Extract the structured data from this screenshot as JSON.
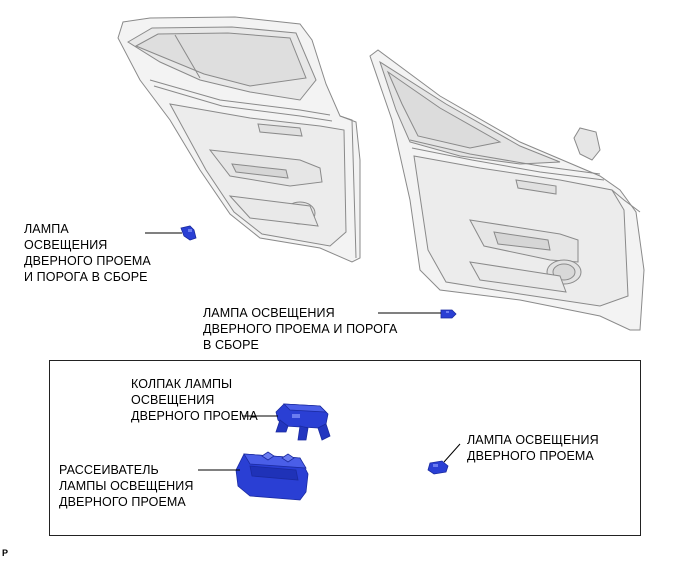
{
  "labels": {
    "rear_lamp": "ЛАМПА\nОСВЕЩЕНИЯ\nДВЕРНОГО ПРОЕМА\nИ ПОРОГА В СБОРЕ",
    "front_lamp": "ЛАМПА ОСВЕЩЕНИЯ\nДВЕРНОГО ПРОЕМА И ПОРОГА\nВ СБОРЕ",
    "cover": "КОЛПАК ЛАМПЫ\nОСВЕЩЕНИЯ\nДВЕРНОГО ПРОЕМА",
    "lens": "РАССЕИВАТЕЛЬ\nЛАМПЫ ОСВЕЩЕНИЯ\nДВЕРНОГО ПРОЕМА",
    "bulb": "ЛАМПА ОСВЕЩЕНИЯ\nДВЕРНОГО ПРОЕМА"
  },
  "figure_code": "P",
  "colors": {
    "part_blue": "#2a3fd4",
    "part_blue_dark": "#1a2aa0",
    "door_line": "#8a8a8a",
    "door_fill": "#f3f3f3"
  }
}
